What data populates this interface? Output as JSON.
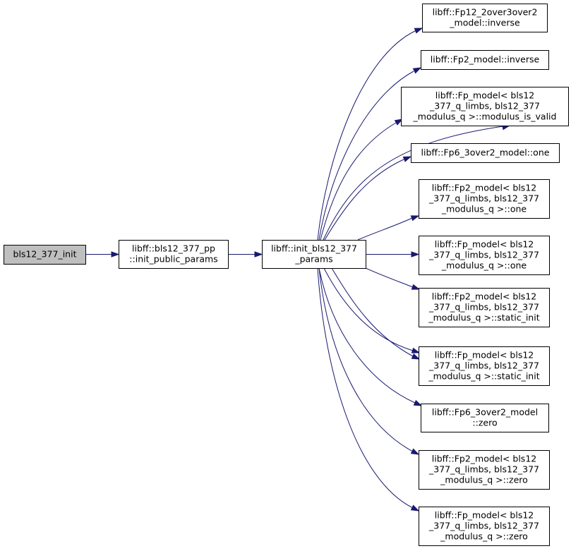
{
  "diagram": {
    "type": "call-graph",
    "colors": {
      "edge": "#191970",
      "root_fill": "#bfbfbf",
      "node_fill": "#ffffff",
      "border": "#000000"
    },
    "nodes": [
      {
        "id": "n0",
        "lines": [
          "bls12_377_init"
        ],
        "root": true
      },
      {
        "id": "n1",
        "lines": [
          "libff::bls12_377_pp",
          "::init_public_params"
        ]
      },
      {
        "id": "n2",
        "lines": [
          "libff::init_bls12_377",
          "_params"
        ]
      },
      {
        "id": "t0",
        "lines": [
          "libff::Fp12_2over3over2",
          "_model::inverse"
        ]
      },
      {
        "id": "t1",
        "lines": [
          "libff::Fp2_model::inverse"
        ]
      },
      {
        "id": "t2",
        "lines": [
          "libff::Fp_model< bls12",
          "_377_q_limbs, bls12_377",
          "_modulus_q >::modulus_is_valid"
        ]
      },
      {
        "id": "t3",
        "lines": [
          "libff::Fp6_3over2_model::one"
        ]
      },
      {
        "id": "t4",
        "lines": [
          "libff::Fp2_model< bls12",
          "_377_q_limbs, bls12_377",
          "_modulus_q >::one"
        ]
      },
      {
        "id": "t5",
        "lines": [
          "libff::Fp_model< bls12",
          "_377_q_limbs, bls12_377",
          "_modulus_q >::one"
        ]
      },
      {
        "id": "t6",
        "lines": [
          "libff::Fp2_model< bls12",
          "_377_q_limbs, bls12_377",
          "_modulus_q >::static_init"
        ]
      },
      {
        "id": "t7",
        "lines": [
          "libff::Fp_model< bls12",
          "_377_q_limbs, bls12_377",
          "_modulus_q >::static_init"
        ]
      },
      {
        "id": "t8",
        "lines": [
          "libff::Fp6_3over2_model",
          "::zero"
        ]
      },
      {
        "id": "t9",
        "lines": [
          "libff::Fp2_model< bls12",
          "_377_q_limbs, bls12_377",
          "_modulus_q >::zero"
        ]
      },
      {
        "id": "t10",
        "lines": [
          "libff::Fp_model< bls12",
          "_377_q_limbs, bls12_377",
          "_modulus_q >::zero"
        ]
      }
    ],
    "edges": [
      [
        "n0",
        "n1"
      ],
      [
        "n1",
        "n2"
      ],
      [
        "n2",
        "t0"
      ],
      [
        "n2",
        "t1"
      ],
      [
        "n2",
        "t2"
      ],
      [
        "n2",
        "t2"
      ],
      [
        "n2",
        "t3"
      ],
      [
        "n2",
        "t4"
      ],
      [
        "n2",
        "t5"
      ],
      [
        "n2",
        "t6"
      ],
      [
        "n2",
        "t7"
      ],
      [
        "n2",
        "t7"
      ],
      [
        "n2",
        "t8"
      ],
      [
        "n2",
        "t9"
      ],
      [
        "n2",
        "t10"
      ]
    ]
  }
}
